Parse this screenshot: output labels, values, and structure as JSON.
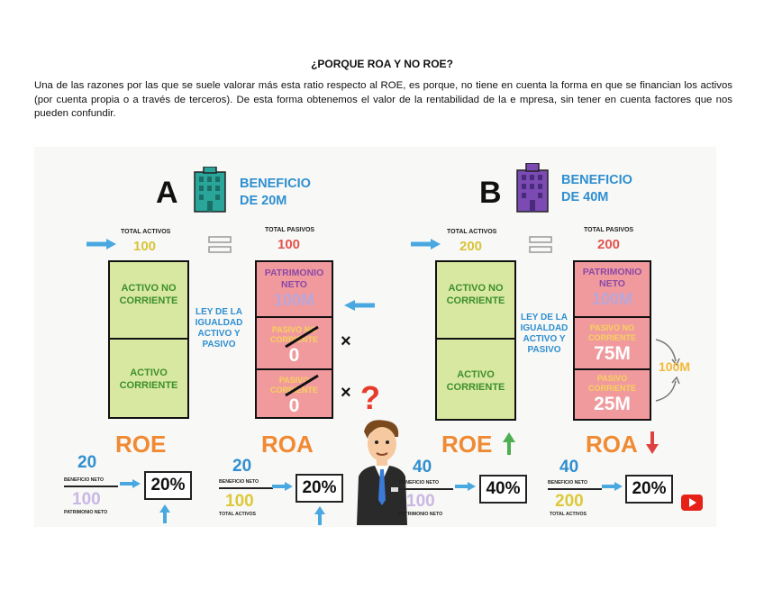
{
  "document": {
    "title": "¿PORQUE ROA Y NO ROE?",
    "paragraph": "Una de las razones por las que se suele valorar más esta ratio respecto al ROE, es porque, no tiene en cuenta la forma en que se financian los activos (por cuenta propia o a través de terceros). De esta forma obtenemos el valor de la rentabilidad de la e mpresa, sin tener en cuenta factores que nos pueden confundir."
  },
  "infographic": {
    "a": {
      "letter": "A",
      "benefit_line1": "BENEFICIO",
      "benefit_line2": "DE 20M",
      "total_assets_label": "TOTAL ACTIVOS",
      "total_assets_value": "100",
      "total_liabilities_label": "TOTAL PASIVOS",
      "total_liabilities_value": "100",
      "non_current_asset": "ACTIVO NO CORRIENTE",
      "current_asset": "ACTIVO CORRIENTE",
      "equity_label": "PATRIMONIO NETO",
      "equity_value": "100M",
      "noncurrent_liab_label": "PASIVO NO CORRIENTE",
      "noncurrent_liab_value": "0",
      "current_liab_label": "PASIVO CORRIENTE",
      "current_liab_value": "0",
      "law_text": "LEY DE LA IGUALDAD ACTIVO Y PASIVO",
      "x1": "×",
      "x2": "×",
      "roe": "ROE",
      "roa": "ROA",
      "roe_num": "20",
      "roe_num_label": "BENEFICIO NETO",
      "roe_den": "100",
      "roe_den_label": "PATRIMONIO NETO",
      "roe_pct": "20%",
      "roa_num": "20",
      "roa_num_label": "BENEFICIO NETO",
      "roa_den": "100",
      "roa_den_label": "TOTAL ACTIVOS",
      "roa_pct": "20%"
    },
    "b": {
      "letter": "B",
      "benefit_line1": "BENEFICIO",
      "benefit_line2": "DE 40M",
      "total_assets_label": "TOTAL ACTIVOS",
      "total_assets_value": "200",
      "total_liabilities_label": "TOTAL PASIVOS",
      "total_liabilities_value": "200",
      "non_current_asset": "ACTIVO NO CORRIENTE",
      "current_asset": "ACTIVO CORRIENTE",
      "equity_label": "PATRIMONIO NETO",
      "equity_value": "100M",
      "noncurrent_liab_label": "PASIVO NO CORRIENTE",
      "noncurrent_liab_value": "75M",
      "current_liab_label": "PASIVO CORRIENTE",
      "current_liab_value": "25M",
      "law_text": "LEY DE LA IGUALDAD ACTIVO Y PASIVO",
      "debt_total": "100M",
      "roe": "ROE",
      "roa": "ROA",
      "roe_num": "40",
      "roe_num_label": "BENEFICIO NETO",
      "roe_den": "100",
      "roe_den_label": "PATRIMONIO NETO",
      "roe_pct": "40%",
      "roa_num": "40",
      "roa_num_label": "BENEFICIO NETO",
      "roa_den": "200",
      "roa_den_label": "TOTAL ACTIVOS",
      "roa_pct": "20%"
    },
    "question_mark": "?",
    "colors": {
      "blue": "#2f8fd0",
      "green_box": "#d8e8a0",
      "pink_box": "#f19a9e",
      "orange": "#f08a33",
      "up_arrow": "#4caf50",
      "down_arrow": "#e04040"
    },
    "icons": [
      "building-icon",
      "arrow-right-icon",
      "equals-icon",
      "youtube-icon",
      "businessman-figure"
    ]
  }
}
